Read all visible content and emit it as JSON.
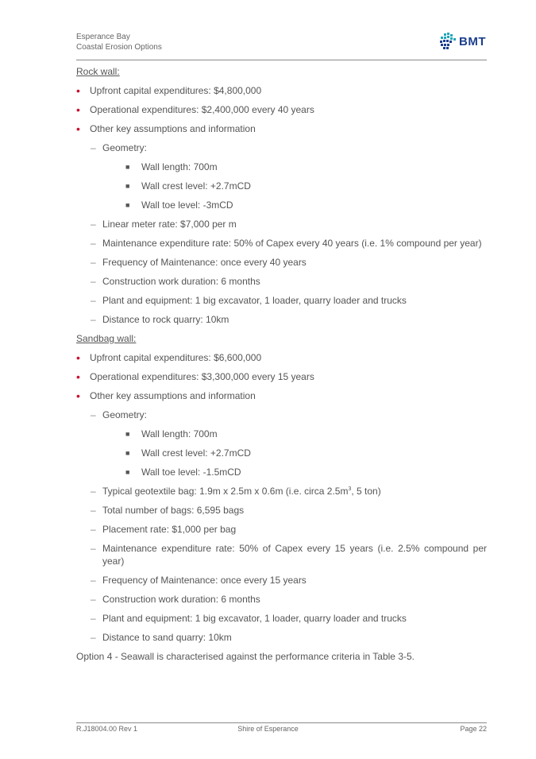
{
  "header": {
    "line1": "Esperance Bay",
    "line2": "Coastal Erosion Options",
    "logo_text": "BMT"
  },
  "rock": {
    "heading": "Rock wall:",
    "capex": "Upfront capital expenditures: $4,800,000",
    "opex": "Operational expenditures: $2,400,000 every 40 years",
    "other": "Other key assumptions and information",
    "geometry": "Geometry:",
    "length": "Wall length: 700m",
    "crest": "Wall crest level: +2.7mCD",
    "toe": "Wall toe level: -3mCD",
    "rate": "Linear meter rate: $7,000 per m",
    "maint": "Maintenance expenditure rate: 50% of Capex every 40 years (i.e. 1% compound per year)",
    "freq": "Frequency of Maintenance: once every 40 years",
    "duration": "Construction work duration: 6 months",
    "plant": "Plant and equipment: 1 big excavator, 1 loader, quarry loader and trucks",
    "distance": "Distance to rock quarry: 10km"
  },
  "sand": {
    "heading": "Sandbag wall:",
    "capex": "Upfront capital expenditures: $6,600,000",
    "opex": "Operational expenditures: $3,300,000 every 15 years",
    "other": "Other key assumptions and information",
    "geometry": "Geometry:",
    "length": "Wall length: 700m",
    "crest": "Wall crest level: +2.7mCD",
    "toe": "Wall toe level: -1.5mCD",
    "bag_a": "Typical geotextile bag: 1.9m x 2.5m x 0.6m (i.e. circa 2.5m",
    "bag_sup": "3",
    "bag_b": ", 5 ton)",
    "total": "Total number of bags: 6,595 bags",
    "placement": "Placement rate: $1,000 per bag",
    "maint": "Maintenance expenditure rate: 50% of Capex every 15 years (i.e. 2.5% compound per year)",
    "freq": "Frequency of Maintenance: once every 15 years",
    "duration": "Construction work duration: 6 months",
    "plant": "Plant and equipment: 1 big excavator, 1 loader, quarry loader and trucks",
    "distance": "Distance to sand quarry: 10km"
  },
  "closing": "Option 4 - Seawall is characterised against the performance criteria in Table 3-5.",
  "footer": {
    "left": "R.J18004.00 Rev 1",
    "center": "Shire of Esperance",
    "right": "Page 22"
  },
  "colors": {
    "bullet_red": "#c8102e",
    "logo_blue": "#1c3f8c",
    "logo_teal": "#1fa6b8"
  }
}
